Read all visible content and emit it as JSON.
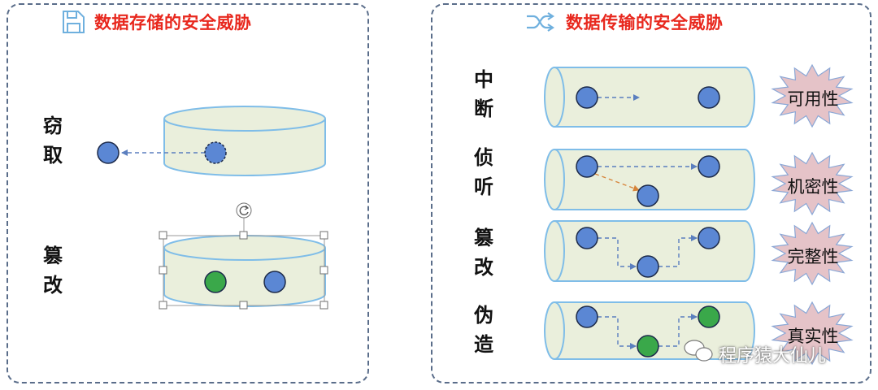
{
  "storage_panel": {
    "title": "数据存储的安全威胁",
    "icon": "floppy-disk-icon",
    "threats": [
      {
        "chars": [
          "窃",
          "取"
        ]
      },
      {
        "chars": [
          "篡",
          "改"
        ]
      }
    ]
  },
  "transmission_panel": {
    "title": "数据传输的安全威胁",
    "icon": "shuffle-arrows-icon",
    "threats": [
      {
        "chars": [
          "中",
          "断"
        ],
        "property": "可用性"
      },
      {
        "chars": [
          "侦",
          "听"
        ],
        "property": "机密性"
      },
      {
        "chars": [
          "篡",
          "改"
        ],
        "property": "完整性"
      },
      {
        "chars": [
          "伪",
          "造"
        ],
        "property": "真实性"
      }
    ]
  },
  "watermark": {
    "icon": "wechat-icon",
    "text": "程序猿大仙儿"
  },
  "colors": {
    "panel_border": "#5a6d8a",
    "title_red": "#e8281e",
    "cylinder_fill": "#eaefdc",
    "cylinder_stroke": "#7fbde8",
    "node_blue": "#5b87d4",
    "node_green": "#3aa84a",
    "node_stroke": "#1c2a4a",
    "arrow_dashed": "#5b7fbf",
    "arrow_orange": "#d6843a",
    "burst_fill": "#e5c3c8",
    "burst_stroke": "#8aa7d6"
  }
}
